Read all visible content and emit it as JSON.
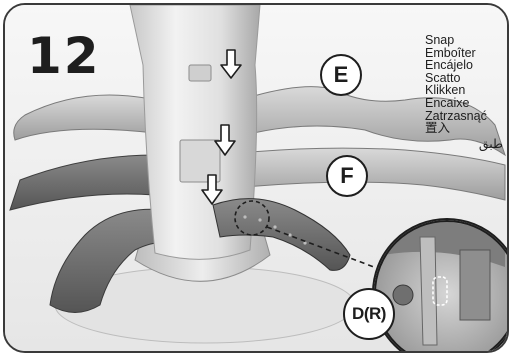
{
  "step": {
    "number": "12"
  },
  "labels": {
    "e": "E",
    "f": "F",
    "d": "D(R)"
  },
  "instruction": {
    "languages": [
      "Snap",
      "Emboîter",
      "Encájelo",
      "Scatto",
      "Klikken",
      "Encaixe",
      "Zatrzasnąć",
      "置入"
    ],
    "rtl": "طبق"
  },
  "icons": [
    "down-arrow-icon",
    "zoom-detail-callout"
  ]
}
